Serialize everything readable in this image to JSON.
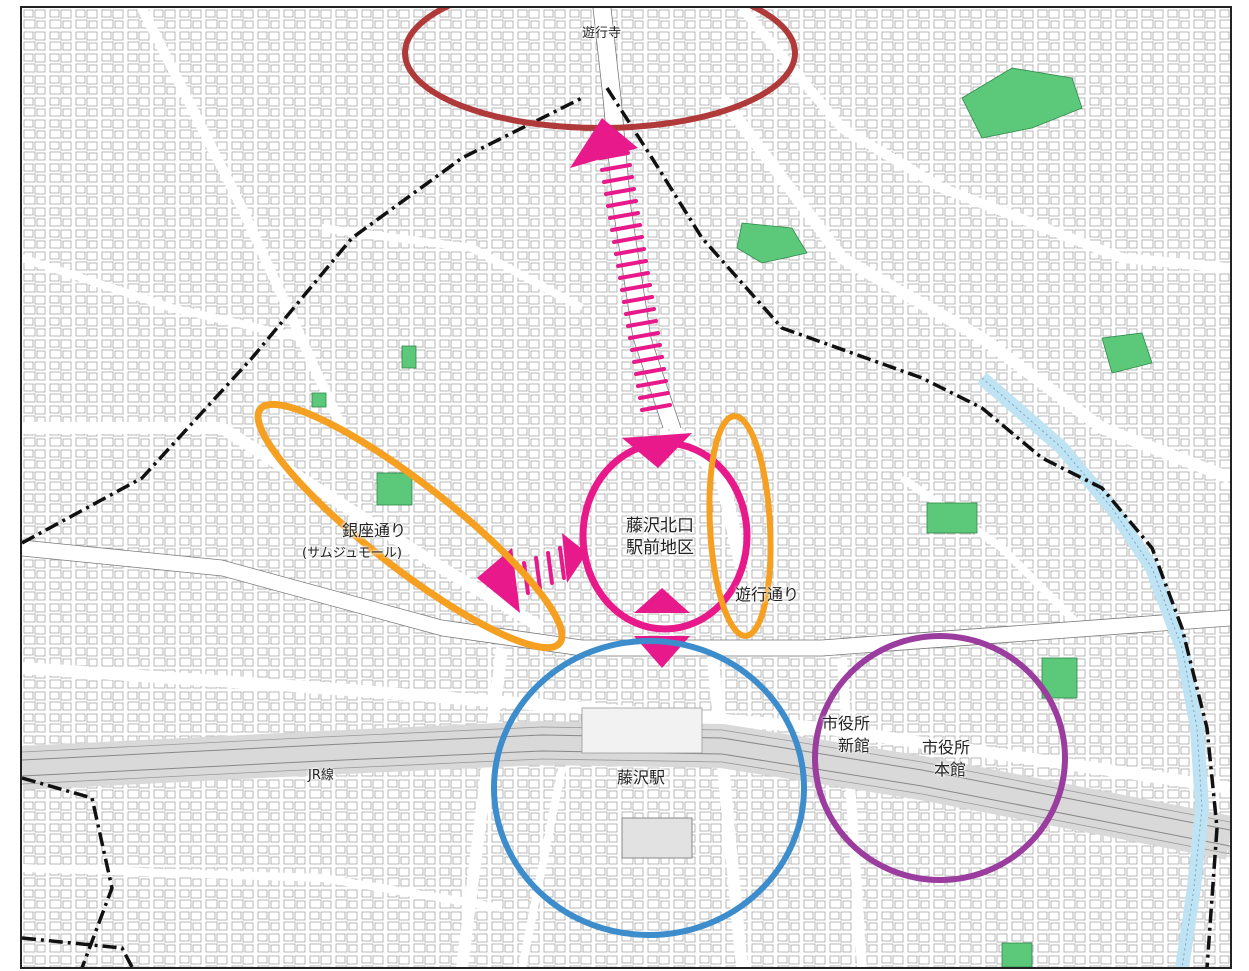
{
  "labels": {
    "yugyoji": "遊行寺",
    "kitaguchi_line1": "藤沢北口",
    "kitaguchi_line2": "駅前地区",
    "ginza_line1": "銀座通り",
    "ginza_line2": "(サムジュモール)",
    "yugyo_dori": "遊行通り",
    "fujisawa_station": "藤沢駅",
    "jr_line": "JR線",
    "shiyakusho_shinkan_line1": "市役所",
    "shiyakusho_shinkan_line2": "新館",
    "shiyakusho_honkan_line1": "市役所",
    "shiyakusho_honkan_line2": "本館"
  },
  "colors": {
    "yugyoji_ring": "#b03a3a",
    "kitaguchi_ring": "#e8198b",
    "arrow": "#e8198b",
    "street_ring": "#f5a020",
    "station_ring": "#3d8ccc",
    "cityhall_ring": "#9a3d9e",
    "park": "#5cc87a",
    "river": "#bfe3f3",
    "boundary": "#111111"
  }
}
